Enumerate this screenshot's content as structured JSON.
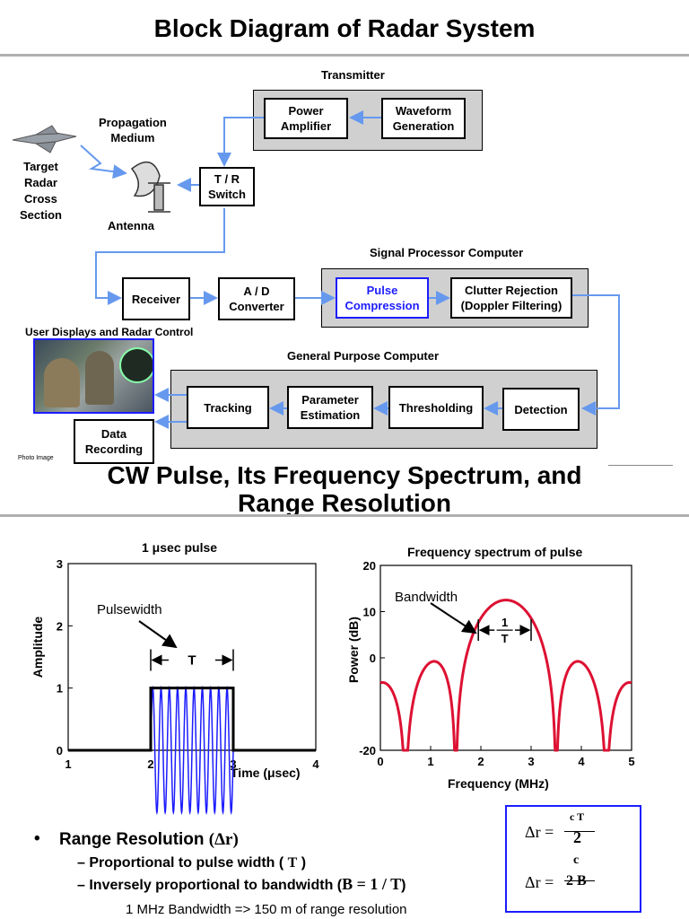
{
  "diagram": {
    "title": "Block Diagram of Radar System",
    "labels": {
      "transmitter": "Transmitter",
      "propagation_medium": "Propagation\nMedium",
      "target": "Target\nRadar\nCross\nSection",
      "antenna": "Antenna",
      "signal_processor": "Signal Processor Computer",
      "user_displays": "User Displays and Radar Control",
      "general_purpose": "General Purpose Computer",
      "photo_credit": "Photo Image"
    },
    "blocks": {
      "power_amplifier": "Power\nAmplifier",
      "waveform_generation": "Waveform\nGeneration",
      "tr_switch": "T / R\nSwitch",
      "receiver": "Receiver",
      "ad_converter": "A / D\nConverter",
      "pulse_compression": "Pulse\nCompression",
      "clutter_rejection": "Clutter Rejection\n(Doppler Filtering)",
      "tracking": "Tracking",
      "parameter_estimation": "Parameter\nEstimation",
      "thresholding": "Thresholding",
      "detection": "Detection",
      "data_recording": "Data\nRecording"
    },
    "colors": {
      "arrow": "#6699ee",
      "gray_box": "#d0d0d0",
      "highlight": "#1c1cff"
    }
  },
  "slide2": {
    "title": "CW Pulse, Its Frequency Spectrum, and Range Resolution",
    "bullet": "Range Resolution",
    "bullet_symbol": "(Δr)",
    "sub1": "Proportional to pulse width (",
    "sub1_symbol": "T",
    "sub1_end": ")",
    "sub2": "Inversely proportional to bandwidth (",
    "sub2_symbol": "B = 1 / T",
    "sub2_end": ")",
    "footnote": "1 MHz  Bandwidth => 150 m of range resolution",
    "formula1_lhs": "Δr =",
    "formula1_num": "c T",
    "formula1_den": "2",
    "formula2_lhs": "Δr =",
    "formula2_num": "c",
    "formula2_den": "2 B"
  },
  "chart_data": [
    {
      "type": "line",
      "title": "1 μsec pulse",
      "xlabel": "Time (μsec)",
      "ylabel": "Amplitude",
      "xlim": [
        1,
        4
      ],
      "ylim": [
        0,
        3
      ],
      "xticks": [
        "1",
        "2",
        "3",
        "4"
      ],
      "yticks": [
        "0",
        "1",
        "2",
        "3"
      ],
      "annotation": "Pulsewidth",
      "marker_label": "T",
      "series": [
        {
          "x": [
            1,
            2,
            2,
            3,
            3,
            4
          ],
          "y": [
            0,
            0,
            1,
            1,
            0,
            0
          ],
          "color": "#000000"
        },
        {
          "carrier_cycles": 10,
          "x_range": [
            2,
            3
          ],
          "amplitude": 1,
          "color": "#1c1cff"
        }
      ]
    },
    {
      "type": "line",
      "title": "Frequency spectrum of pulse",
      "xlabel": "Frequency (MHz)",
      "ylabel": "Power (dB)",
      "xlim": [
        0,
        5
      ],
      "ylim": [
        -20,
        20
      ],
      "xticks": [
        "0",
        "1",
        "2",
        "3",
        "4",
        "5"
      ],
      "yticks": [
        "-20",
        "0",
        "10",
        "20"
      ],
      "annotation": "Bandwidth",
      "marker_num": "1",
      "marker_den": "T",
      "series": [
        {
          "function": "sinc2_dB",
          "center": 2.5,
          "peak_db": 12.5,
          "floor_db": -20,
          "color": "#dd1133"
        }
      ]
    }
  ]
}
